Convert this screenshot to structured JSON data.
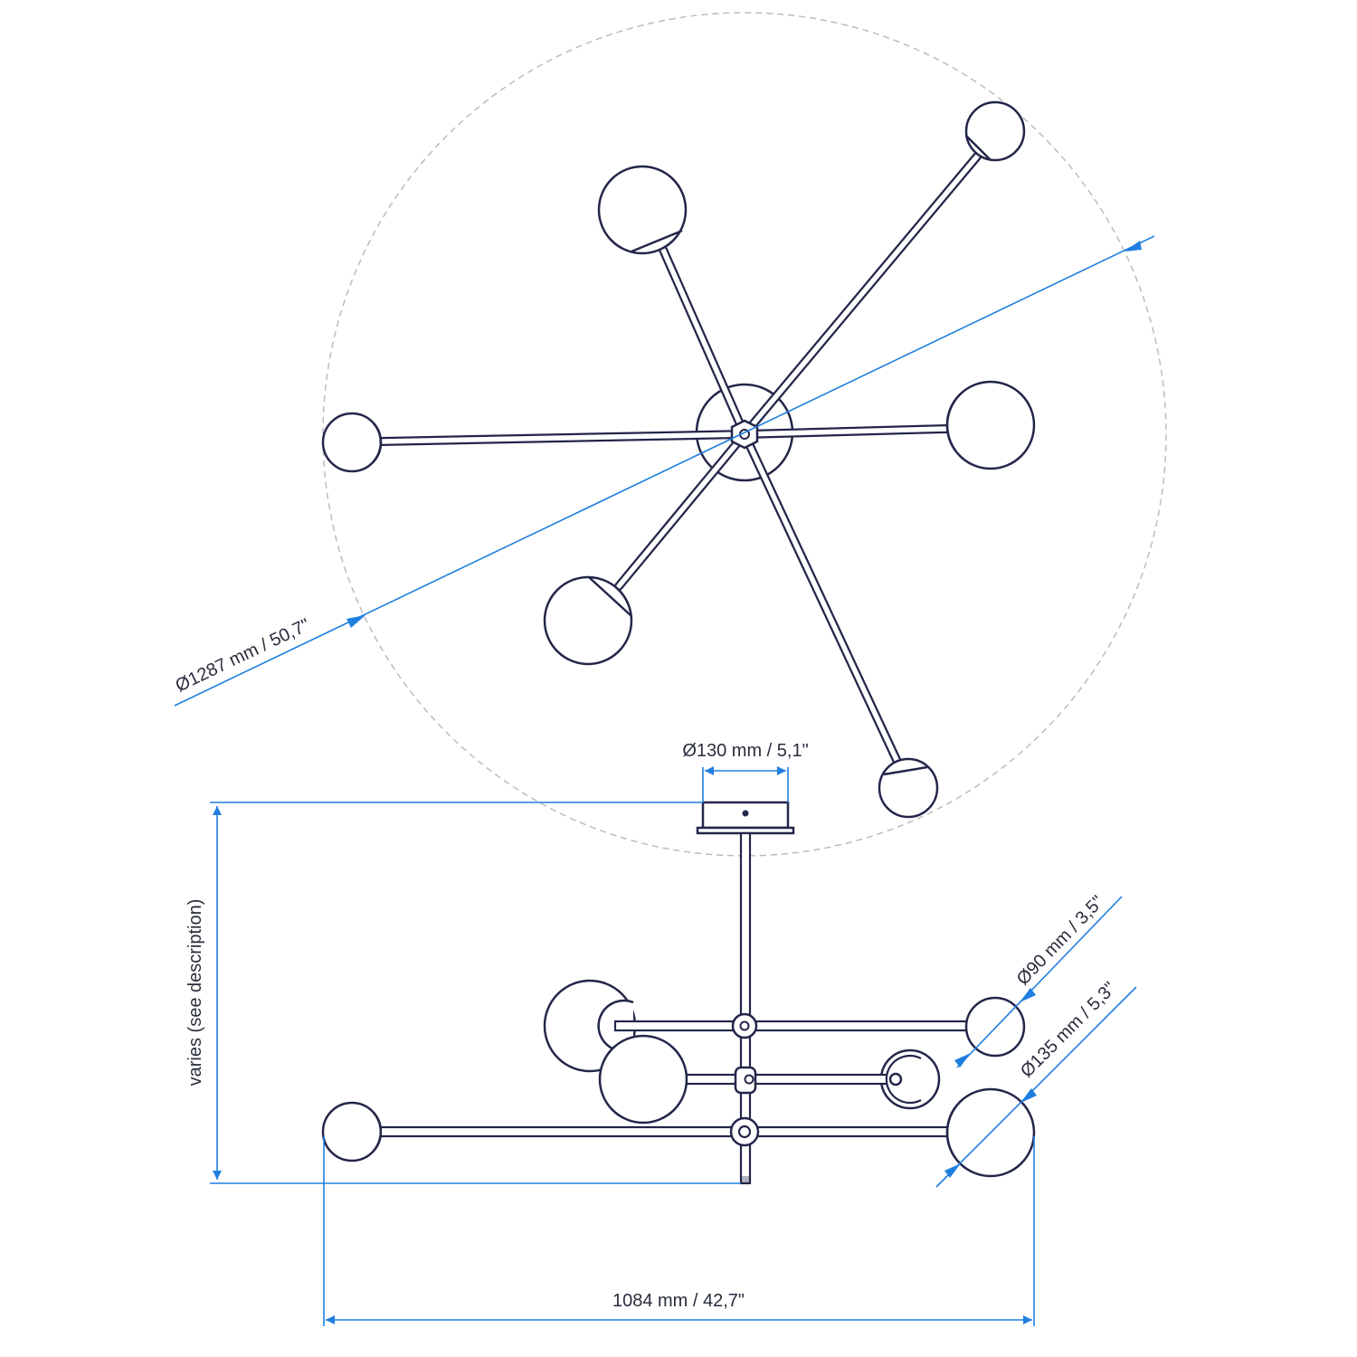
{
  "dimensions": {
    "overall_diameter": "Ø1287 mm  /  50,7\"",
    "canopy_diameter": "Ø130 mm   /   5,1\"",
    "small_globe_diameter": "Ø90 mm  /  3,5\"",
    "large_globe_diameter": "Ø135 mm  /  5,3\"",
    "height": "varies (see description)",
    "width": "1084 mm  /  42,7\""
  },
  "colors": {
    "outline": "#23264a",
    "dimension": "#1f7fe0",
    "envelope": "#b8b8b8"
  }
}
